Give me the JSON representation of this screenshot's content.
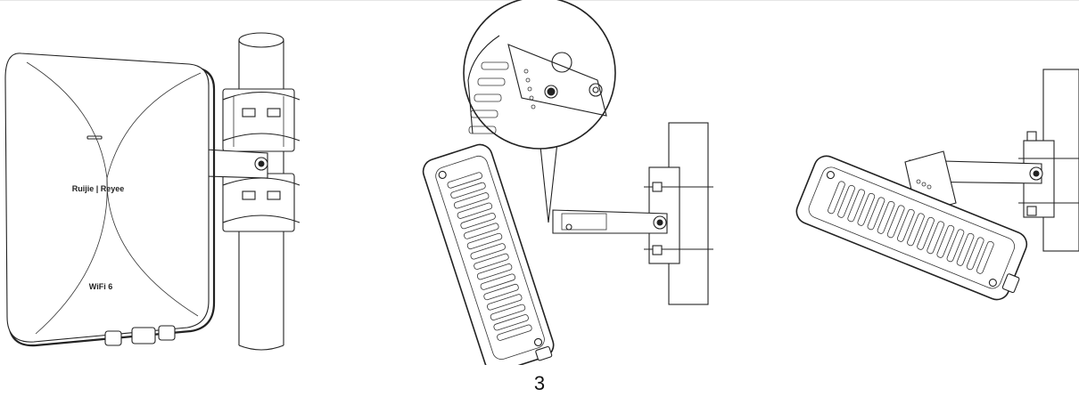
{
  "device": {
    "logo_text": "Ruijie | Reyee",
    "badge_text": "WiFi 6"
  },
  "page": {
    "number": "3"
  }
}
